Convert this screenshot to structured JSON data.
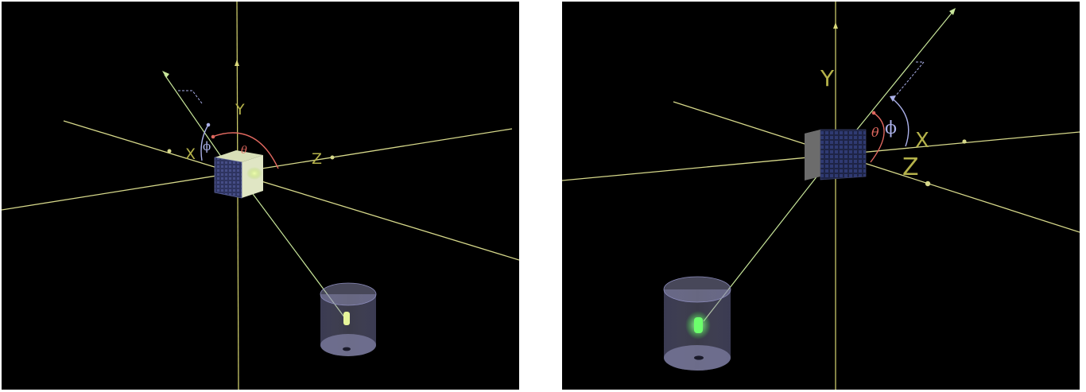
{
  "panels": [
    {
      "name": "left-view",
      "axis_labels": {
        "x": "X",
        "y": "Y",
        "z": "Z"
      },
      "angle_labels": {
        "theta": "θ",
        "phi": "ϕ"
      }
    },
    {
      "name": "right-view",
      "axis_labels": {
        "x": "X",
        "y": "Y",
        "z": "Z"
      },
      "angle_labels": {
        "theta": "θ",
        "phi": "ϕ"
      }
    }
  ],
  "colors": {
    "background": "#000000",
    "axis": "#d6d88a",
    "axis_label": "#b5b24a",
    "theta_arc": "#e0685f",
    "phi_arc": "#aab0e8",
    "ray": "#c8e69a",
    "detector_face": "#3a4270",
    "cylinder": "#8a8ab8",
    "source_glow": "#7dff7d"
  }
}
